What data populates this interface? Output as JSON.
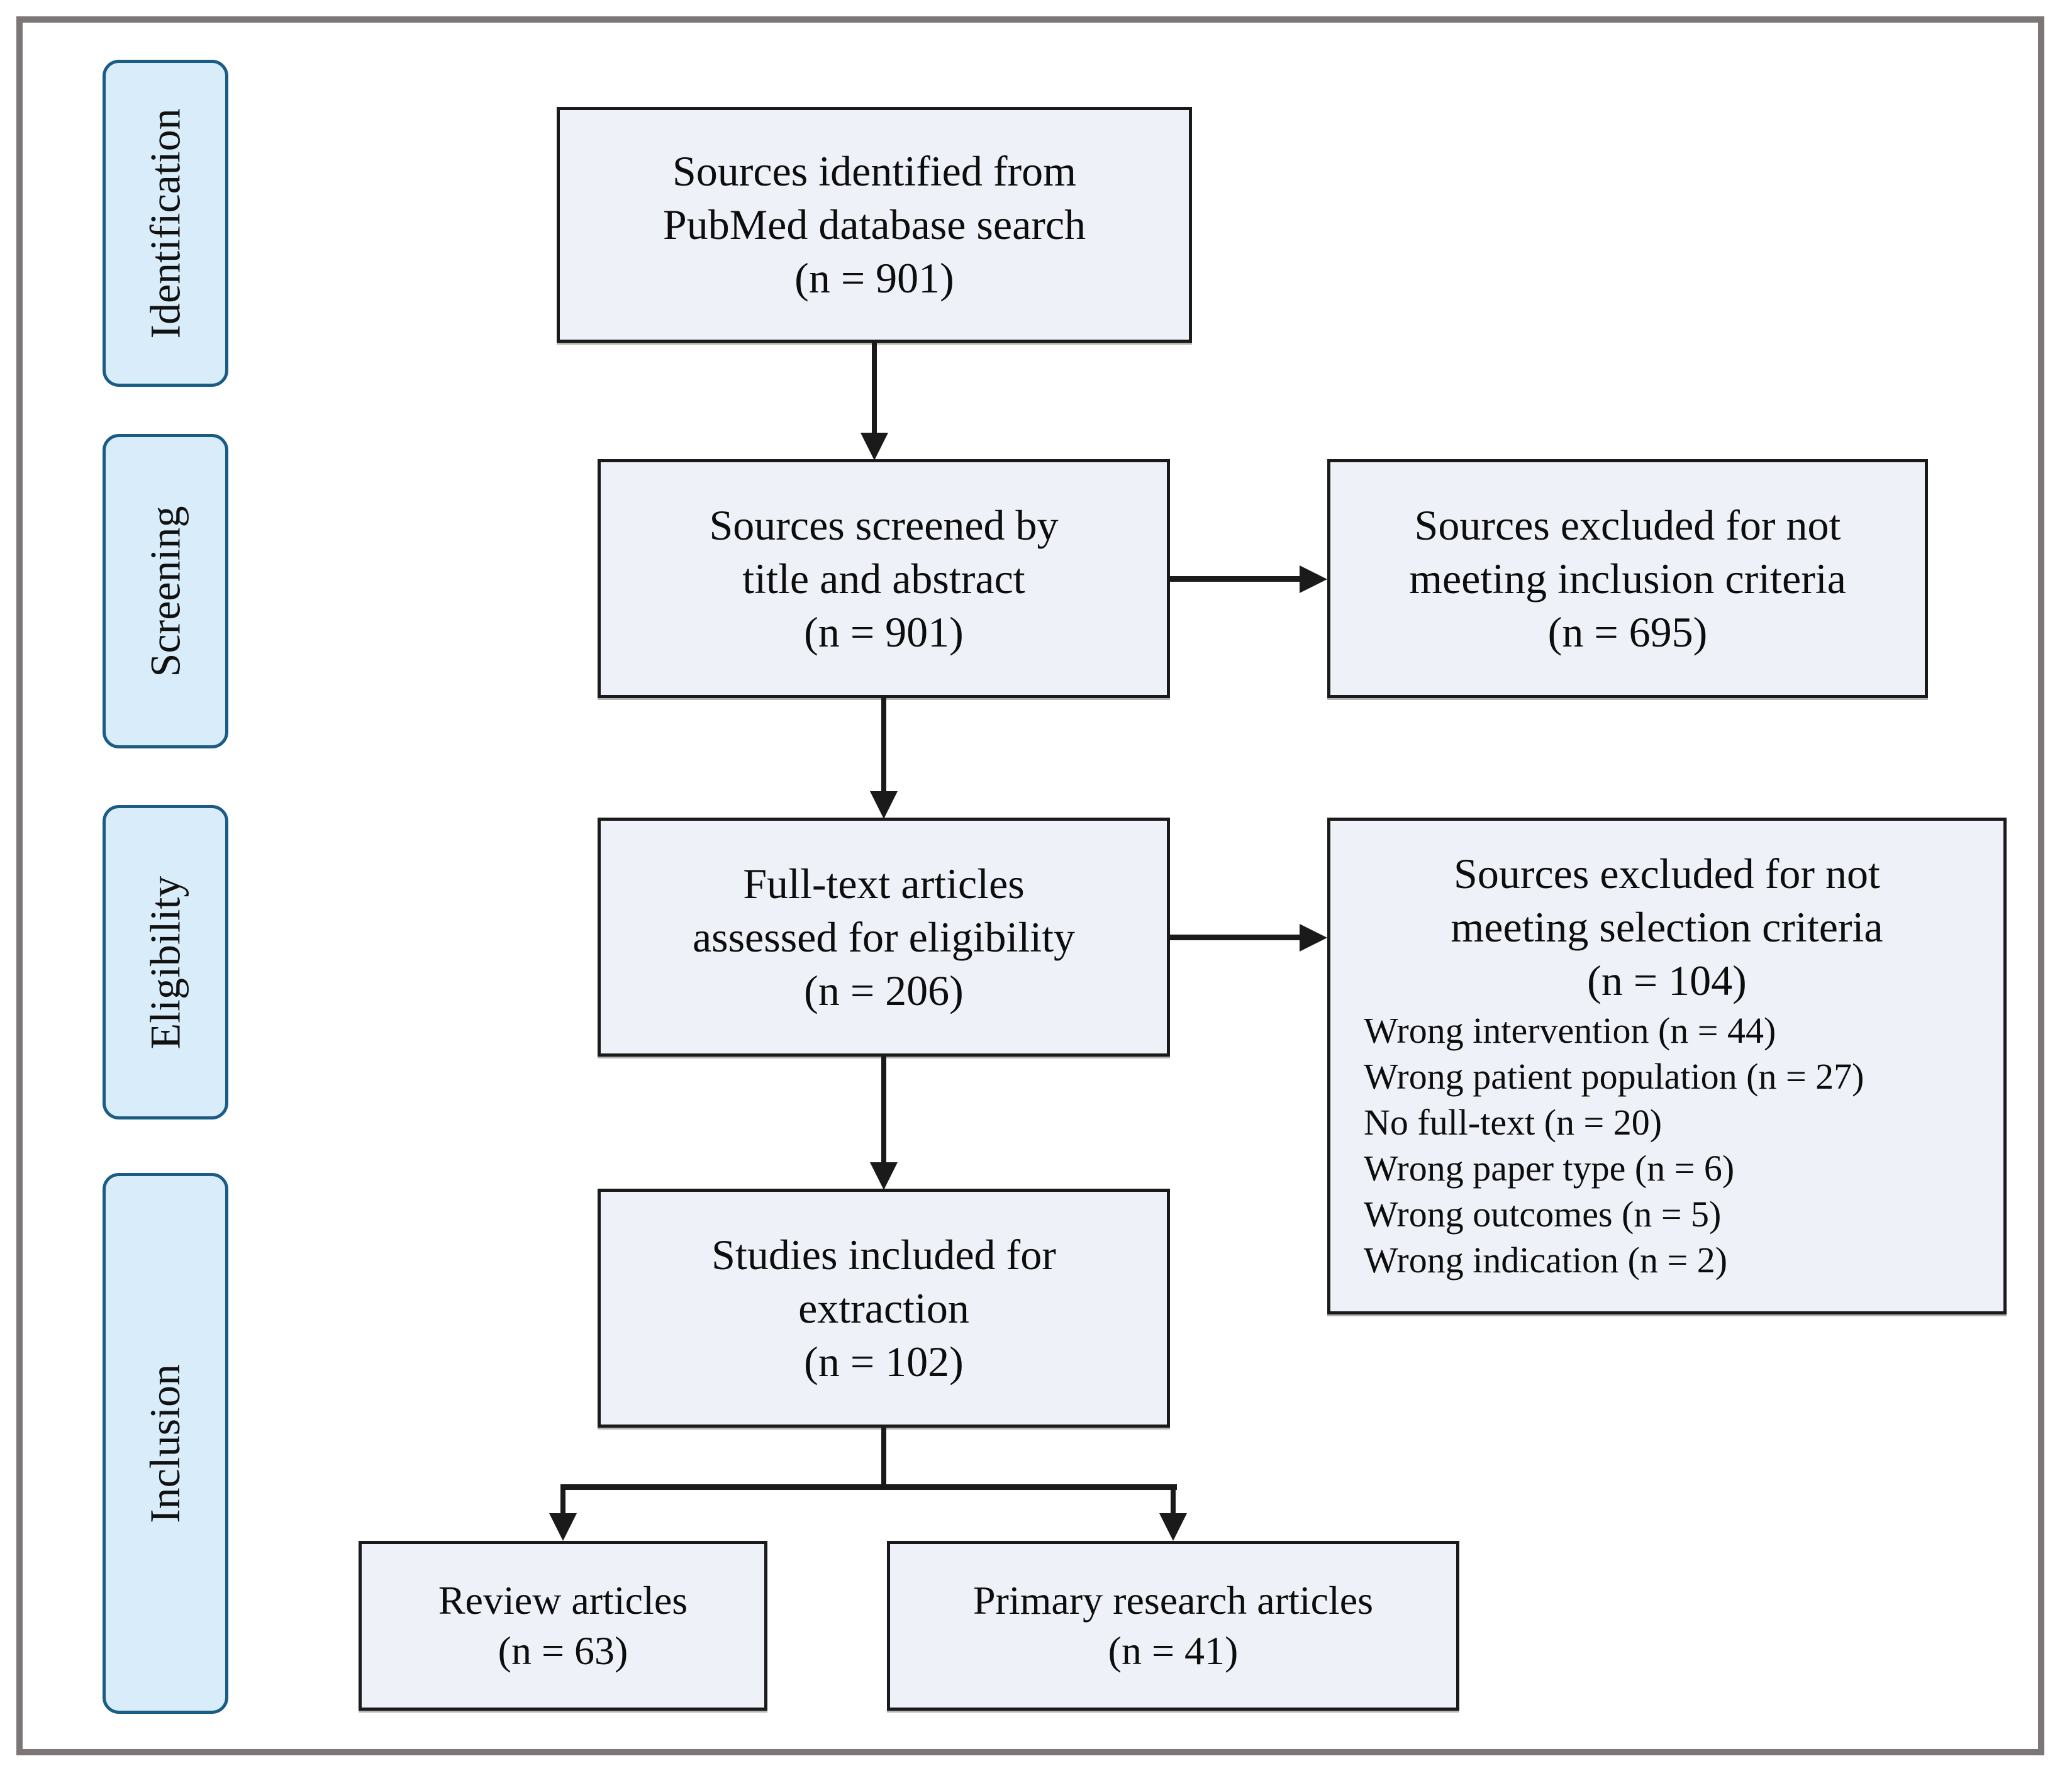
{
  "diagram": {
    "title": "PRISMA literature selection flow diagram",
    "colors": {
      "stage_fill": "#d9ecfa",
      "stage_border": "#1b5c85",
      "box_fill": "#eef1f7",
      "box_border": "#1a1a1a",
      "frame_border": "#7d7676",
      "arrow": "#1a1a1a"
    },
    "stages": [
      {
        "label": "Identification"
      },
      {
        "label": "Screening"
      },
      {
        "label": "Eligibility"
      },
      {
        "label": "Inclusion"
      }
    ],
    "boxes": {
      "identified": {
        "lines": [
          "Sources identified from",
          "PubMed database search",
          "(n = 901)"
        ]
      },
      "screened": {
        "lines": [
          "Sources screened by",
          "title and abstract",
          "(n = 901)"
        ]
      },
      "excluded_screening": {
        "lines": [
          "Sources excluded for not",
          "meeting inclusion criteria",
          "(n = 695)"
        ]
      },
      "fulltext": {
        "lines": [
          "Full-text articles",
          "assessed for eligibility",
          "(n = 206)"
        ]
      },
      "excluded_eligibility": {
        "heading_lines": [
          "Sources excluded for not",
          "meeting selection criteria",
          "(n = 104)"
        ],
        "reasons": [
          "Wrong intervention (n = 44)",
          "Wrong patient population (n = 27)",
          "No full-text (n = 20)",
          "Wrong paper type (n = 6)",
          "Wrong outcomes (n = 5)",
          "Wrong indication (n = 2)"
        ]
      },
      "included": {
        "lines": [
          "Studies included for",
          "extraction",
          "(n = 102)"
        ]
      },
      "review": {
        "lines": [
          "Review articles",
          "(n = 63)"
        ]
      },
      "primary": {
        "lines": [
          "Primary research articles",
          "(n = 41)"
        ]
      }
    }
  }
}
